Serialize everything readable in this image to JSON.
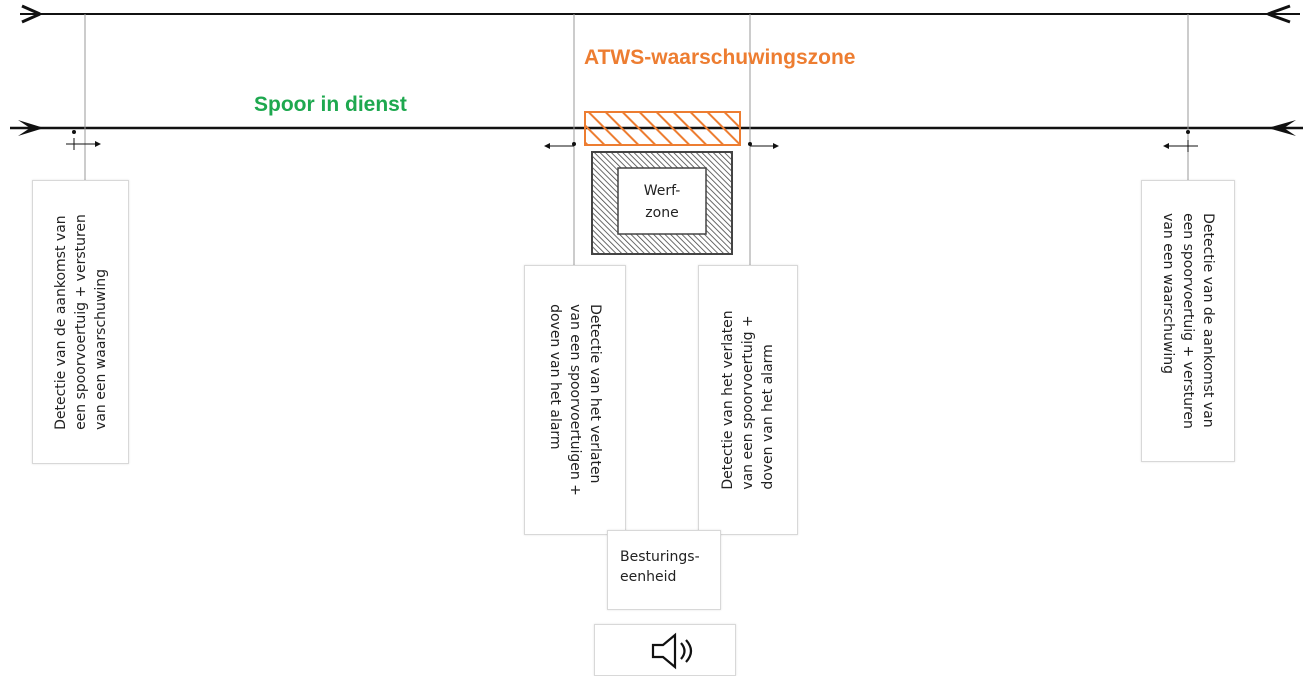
{
  "labels": {
    "atws_zone": "ATWS-waarschuwingszone",
    "track_in_service": "Spoor in dienst",
    "work_zone_line1": "Werf-",
    "work_zone_line2": "zone",
    "control_unit_line1": "Besturings-",
    "control_unit_line2": "eenheid"
  },
  "boxes": {
    "left_arrival": [
      "Detectie van de aankomst van",
      "een spoorvoertuig + versturen",
      "van een waarschuwing"
    ],
    "center_left_exit": [
      "Detectie van het verlaten",
      "van een spoorvoertuigen +",
      "doven van het alarm"
    ],
    "center_right_exit": [
      "Detectie van het verlaten",
      "van een spoorvoertuig +",
      "doven van het alarm"
    ],
    "right_arrival": [
      "Detectie van de aankomst van",
      "een spoorvoertuig + versturen",
      "van een waarschuwing"
    ]
  },
  "colors": {
    "atws": "#ED7D31",
    "track_label": "#1EA84F",
    "line": "#111111",
    "hatch": "#444444"
  },
  "icons": {
    "speaker": "speaker-icon"
  }
}
